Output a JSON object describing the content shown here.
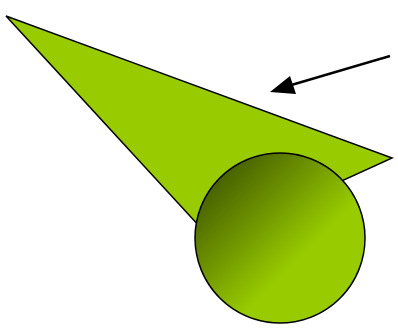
{
  "colors": {
    "background": "#ffffff",
    "cone_fill": "#99cc00",
    "outline": "#000000",
    "sphere_light": "#99cc00",
    "sphere_mid": "#6f9500",
    "sphere_dark": "#2f4200",
    "arrow": "#000000"
  },
  "shapes": {
    "cone": "green-cone",
    "sphere": "gradient-sphere",
    "arrow": "pointer-arrow"
  }
}
